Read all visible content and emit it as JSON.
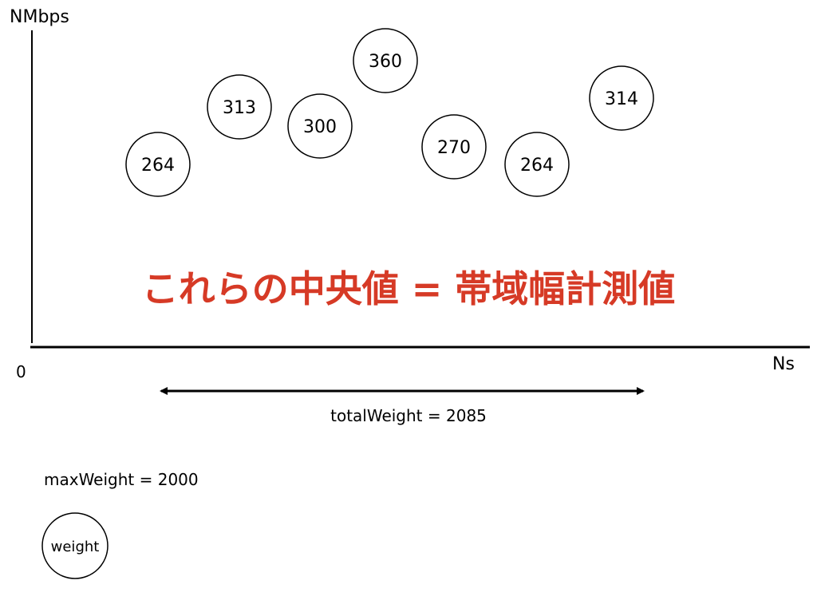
{
  "axes": {
    "y_label": "NMbps",
    "x_label": "Ns",
    "origin_label": "0"
  },
  "samples": [
    {
      "label": "264"
    },
    {
      "label": "313"
    },
    {
      "label": "300"
    },
    {
      "label": "360"
    },
    {
      "label": "270"
    },
    {
      "label": "264"
    },
    {
      "label": "314"
    }
  ],
  "caption": "これらの中央値 = 帯域幅計測値",
  "total_weight_label": "totalWeight = 2085",
  "max_weight_label": "maxWeight = 2000",
  "legend_circle_label": "weight",
  "colors": {
    "caption": "#d63a26",
    "ink": "#000000"
  }
}
